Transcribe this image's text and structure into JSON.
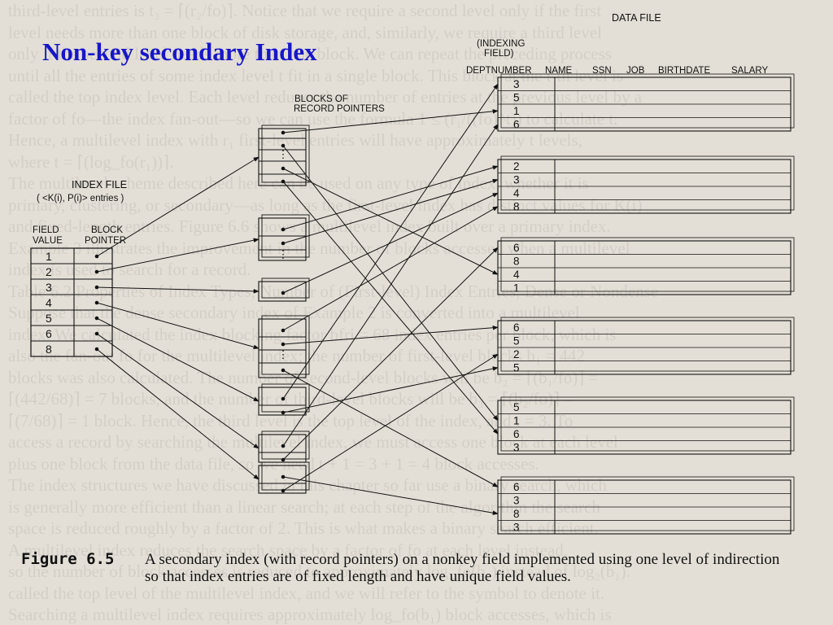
{
  "slide": {
    "title": "Non-key secondary Index"
  },
  "diagram": {
    "index_file": {
      "title": "INDEX FILE",
      "subtitle": "( <K(i), P(i)> entries )",
      "headers": [
        "FIELD VALUE",
        "BLOCK POINTER"
      ],
      "field_values": [
        "1",
        "2",
        "3",
        "4",
        "5",
        "6",
        "8"
      ]
    },
    "pointer_blocks_label": "BLOCKS OF RECORD POINTERS",
    "data_file": {
      "title": "DATA FILE",
      "indexing_field_label": "(INDEXING FIELD)",
      "columns": [
        "DEPTNUMBER",
        "NAME",
        "SSN",
        "JOB",
        "BIRTHDATE",
        "SALARY"
      ],
      "blocks": [
        [
          "3",
          "5",
          "1",
          "6"
        ],
        [
          "2",
          "3",
          "4",
          "8"
        ],
        [
          "6",
          "8",
          "4",
          "1"
        ],
        [
          "6",
          "5",
          "2",
          "5"
        ],
        [
          "5",
          "1",
          "6",
          "3"
        ],
        [
          "6",
          "3",
          "8",
          "3"
        ]
      ]
    }
  },
  "caption": {
    "figure": "Figure 6.5",
    "text": "A secondary index (with record pointers) on a nonkey field implemented using one level of indirection so that index entries are of fixed length and have unique field values."
  }
}
